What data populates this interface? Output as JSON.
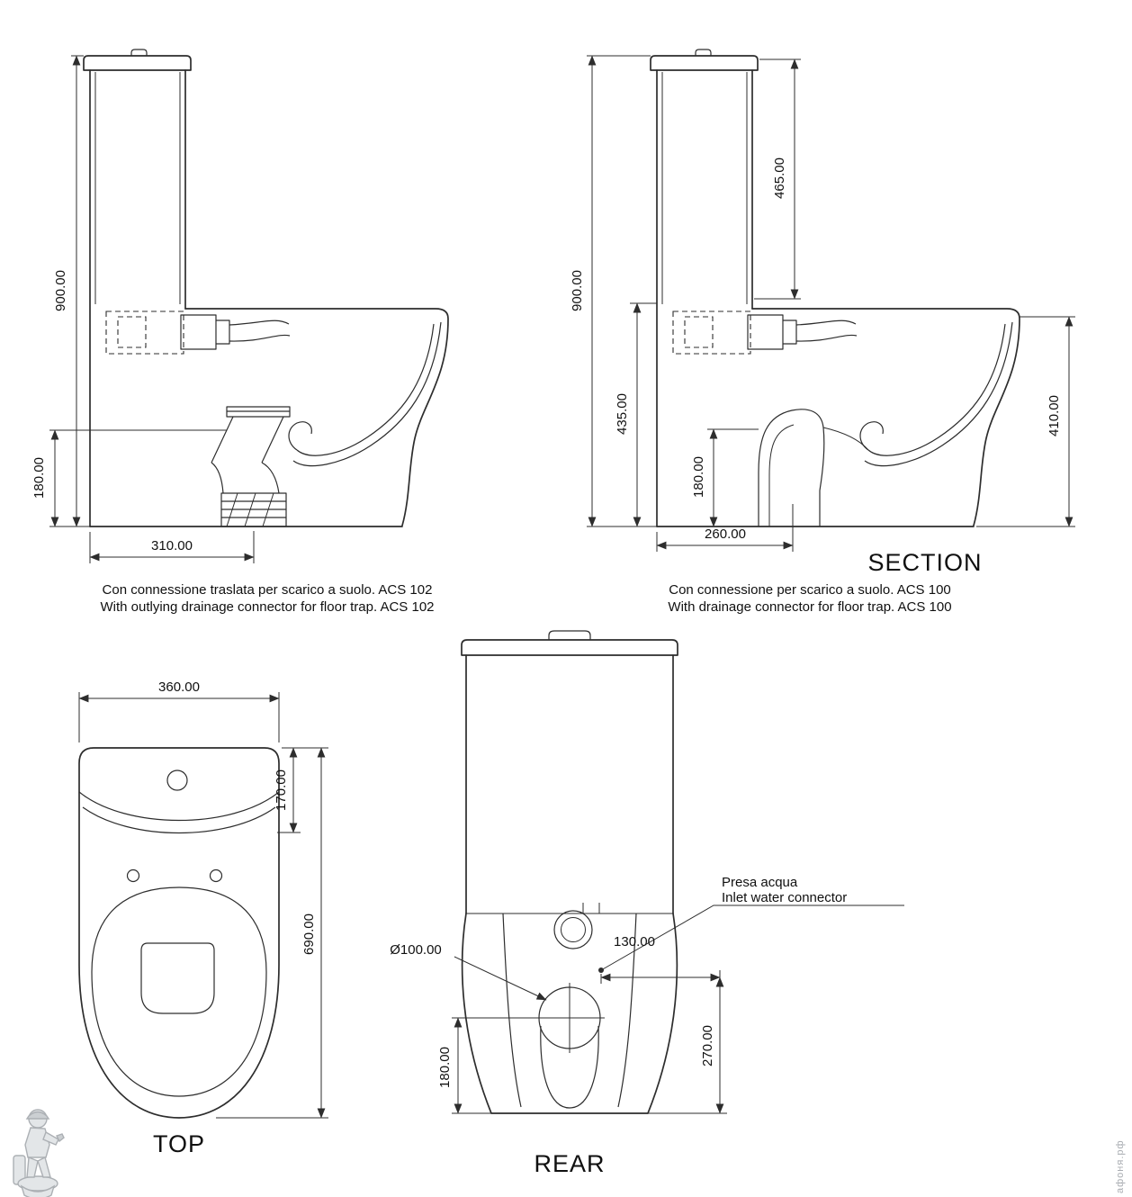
{
  "views": {
    "side_offset": {
      "dim_height_total": "900.00",
      "dim_outlet_height": "180.00",
      "dim_outlet_offset": "310.00",
      "caption_line1": "Con connessione traslata per scarico a suolo. ACS 102",
      "caption_line2": "With outlying drainage connector for floor trap. ACS 102"
    },
    "section": {
      "label": "SECTION",
      "dim_height_total": "900.00",
      "dim_cistern_height": "465.00",
      "dim_bowl_height": "435.00",
      "dim_trap_height": "180.00",
      "dim_outlet_depth": "260.00",
      "dim_rim_height": "410.00",
      "caption_line1": "Con connessione per scarico a suolo. ACS 100",
      "caption_line2": "With drainage connector for floor trap. ACS 100"
    },
    "top": {
      "label": "TOP",
      "dim_width": "360.00",
      "dim_tank_depth": "170.00",
      "dim_total_depth": "690.00"
    },
    "rear": {
      "label": "REAR",
      "dim_drain_diameter": "Ø100.00",
      "dim_inlet_offset": "130.00",
      "dim_drain_height": "180.00",
      "dim_inlet_height": "270.00",
      "note_line1": "Presa acqua",
      "note_line2": "Inlet water connector"
    }
  },
  "watermark": {
    "text": "афоня.рф"
  },
  "colors": {
    "line": "#2d2d2d",
    "text": "#101010",
    "watermark": "#a9adb2"
  }
}
